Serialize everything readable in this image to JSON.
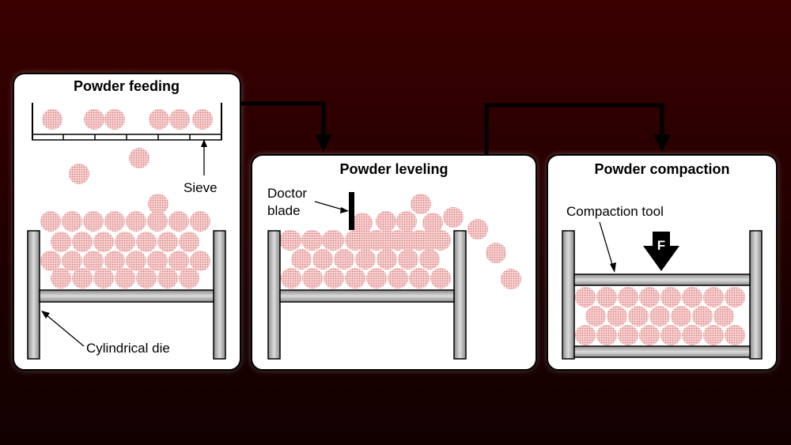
{
  "panels": [
    {
      "title": "Powder feeding"
    },
    {
      "title": "Powder leveling"
    },
    {
      "title": "Powder compaction"
    }
  ],
  "labels": {
    "sieve": "Sieve",
    "die": "Cylindrical die",
    "doctor_line1": "Doctor",
    "doctor_line2": "blade",
    "tool": "Compaction tool",
    "force": "F"
  },
  "colors": {
    "panel_fill": "#ffffff",
    "particle": "#f4c9c9",
    "particle_dot": "#d96f6f",
    "arrow": "#000000"
  }
}
